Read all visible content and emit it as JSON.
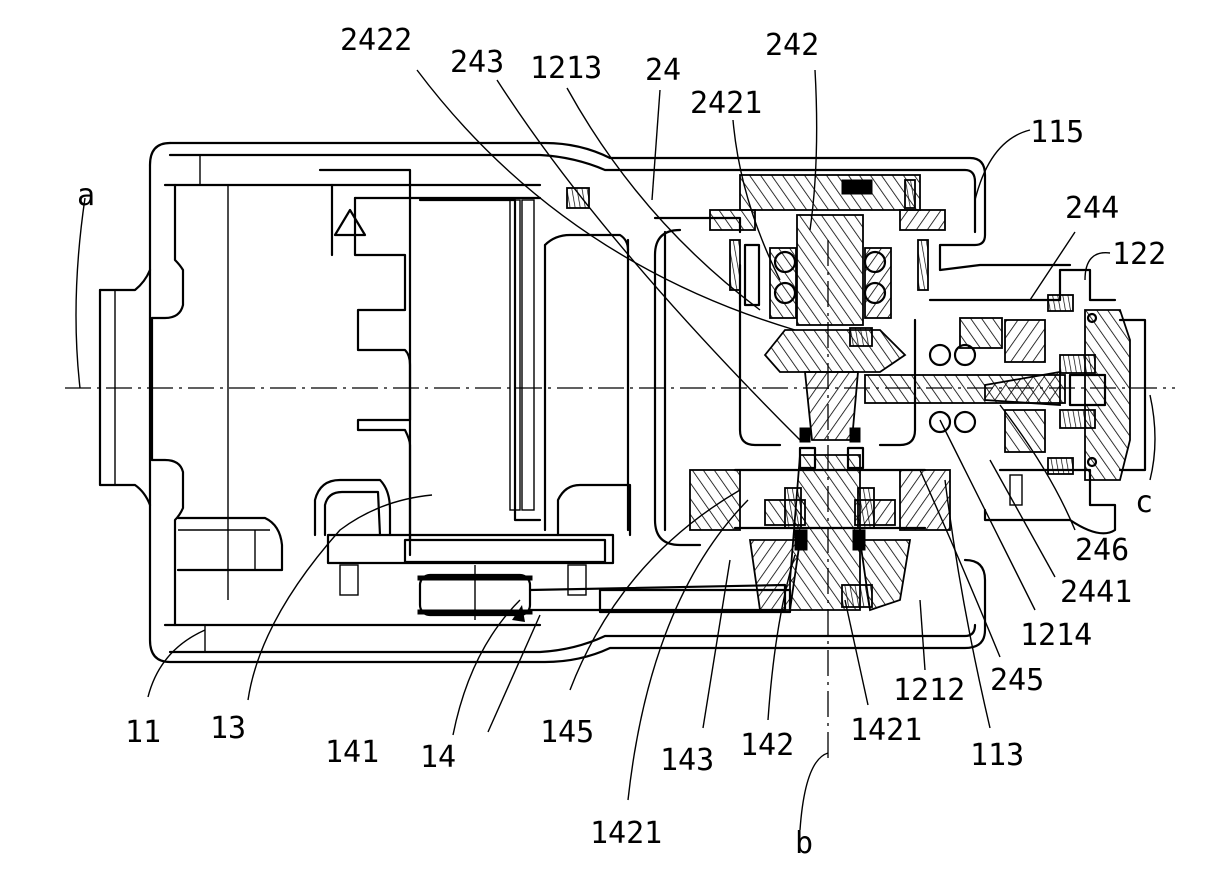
{
  "figure": {
    "type": "patent mechanical cross-section drawing",
    "axis_labels": {
      "a": "a",
      "b": "b",
      "c": "c"
    },
    "reference_numerals": {
      "top": [
        "2422",
        "243",
        "1213",
        "24",
        "2421",
        "242"
      ],
      "right": [
        "115",
        "244",
        "122",
        "246",
        "2441",
        "1214",
        "245",
        "113"
      ],
      "bottom": [
        "11",
        "13",
        "141",
        "14",
        "145",
        "1421",
        "143",
        "142",
        "1421",
        "1212"
      ]
    },
    "labels": {
      "l2422": "2422",
      "l243": "243",
      "l1213": "1213",
      "l24": "24",
      "l2421": "2421",
      "l242": "242",
      "l115": "115",
      "l244": "244",
      "l122": "122",
      "l246": "246",
      "l2441": "2441",
      "l1214": "1214",
      "l245": "245",
      "l113": "113",
      "l1212": "1212",
      "l1421a": "1421",
      "l1421b": "1421",
      "l142": "142",
      "l143": "143",
      "l145": "145",
      "l14": "14",
      "l141": "141",
      "l13": "13",
      "l11": "11",
      "la": "a",
      "lb": "b",
      "lc": "c"
    }
  }
}
